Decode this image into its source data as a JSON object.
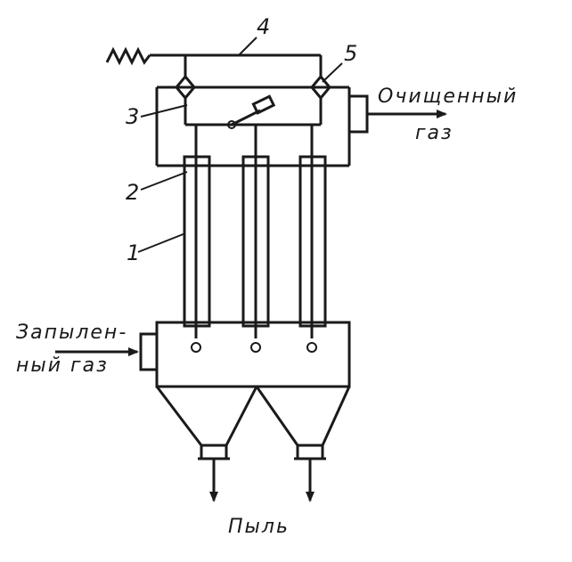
{
  "diagram": {
    "labels": {
      "electrodes_num": "1",
      "pipes_num": "2",
      "chamber_num": "3",
      "bus_num": "4",
      "insulator_num": "5"
    },
    "clean_gas": {
      "line1": "Очищенный",
      "line2": "газ"
    },
    "dusty_gas": {
      "line1": "Запылен-",
      "line2": "ный газ"
    },
    "dust": "Пыль"
  }
}
